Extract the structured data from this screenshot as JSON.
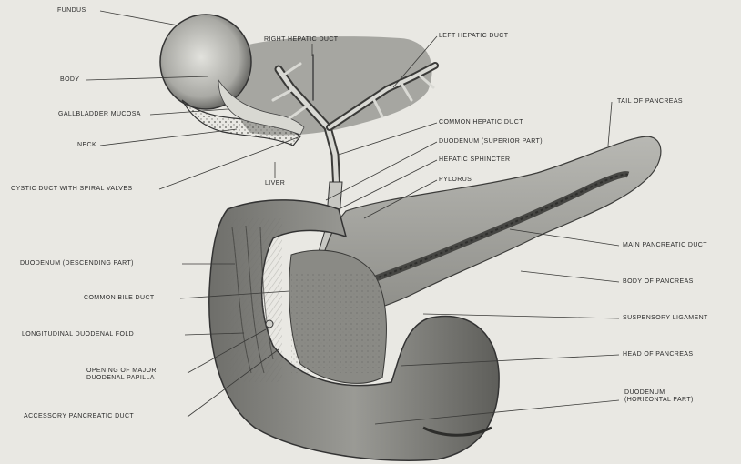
{
  "diagram": {
    "labels": {
      "fundus": "FUNDUS",
      "body": "BODY",
      "gallbladder_mucosa": "GALLBLADDER MUCOSA",
      "neck": "NECK",
      "cystic_duct": "CYSTIC DUCT WITH SPIRAL VALVES",
      "right_hepatic_duct": "RIGHT HEPATIC DUCT",
      "left_hepatic_duct": "LEFT HEPATIC DUCT",
      "liver": "LIVER",
      "common_hepatic_duct": "COMMON HEPATIC DUCT",
      "duodenum_superior": "DUODENUM (SUPERIOR PART)",
      "hepatic_sphincter": "HEPATIC SPHINCTER",
      "pylorus": "PYLORUS",
      "tail_of_pancreas": "TAIL OF PANCREAS",
      "duodenum_descending": "DUODENUM (DESCENDING PART)",
      "main_pancreatic_duct": "MAIN PANCREATIC DUCT",
      "common_bile_duct": "COMMON BILE DUCT",
      "body_of_pancreas": "BODY OF PANCREAS",
      "suspensory_ligament": "SUSPENSORY LIGAMENT",
      "longitudinal_fold": "LONGITUDINAL DUODENAL FOLD",
      "head_of_pancreas": "HEAD OF PANCREAS",
      "opening_major_papilla": "OPENING OF MAJOR\nDUODENAL PAPILLA",
      "accessory_duct": "ACCESSORY PANCREATIC DUCT",
      "duodenum_horizontal": "DUODENUM\n(HORIZONTAL PART)"
    }
  }
}
